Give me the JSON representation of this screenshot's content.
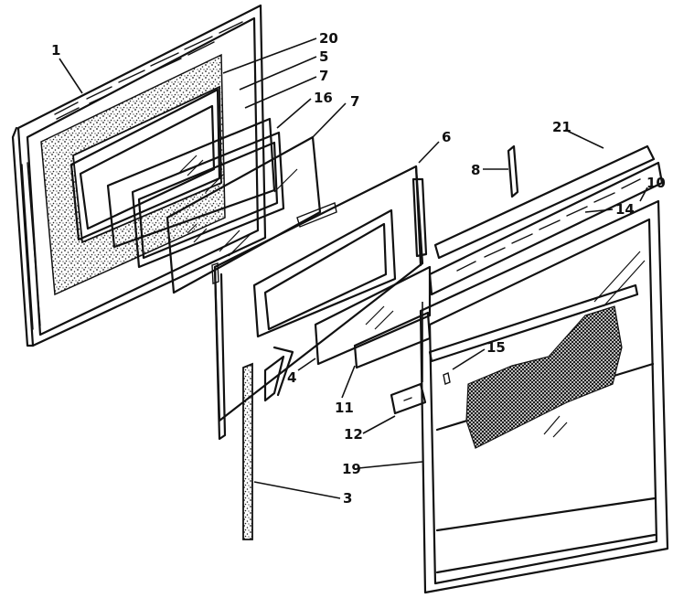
{
  "callouts": {
    "c1": "1",
    "c20": "20",
    "c5": "5",
    "c7a": "7",
    "c16": "16",
    "c7b": "7",
    "c6": "6",
    "c8": "8",
    "c21": "21",
    "c10": "10",
    "c14": "14",
    "c15": "15",
    "c4": "4",
    "c11": "11",
    "c12": "12",
    "c19": "19",
    "c3": "3"
  }
}
